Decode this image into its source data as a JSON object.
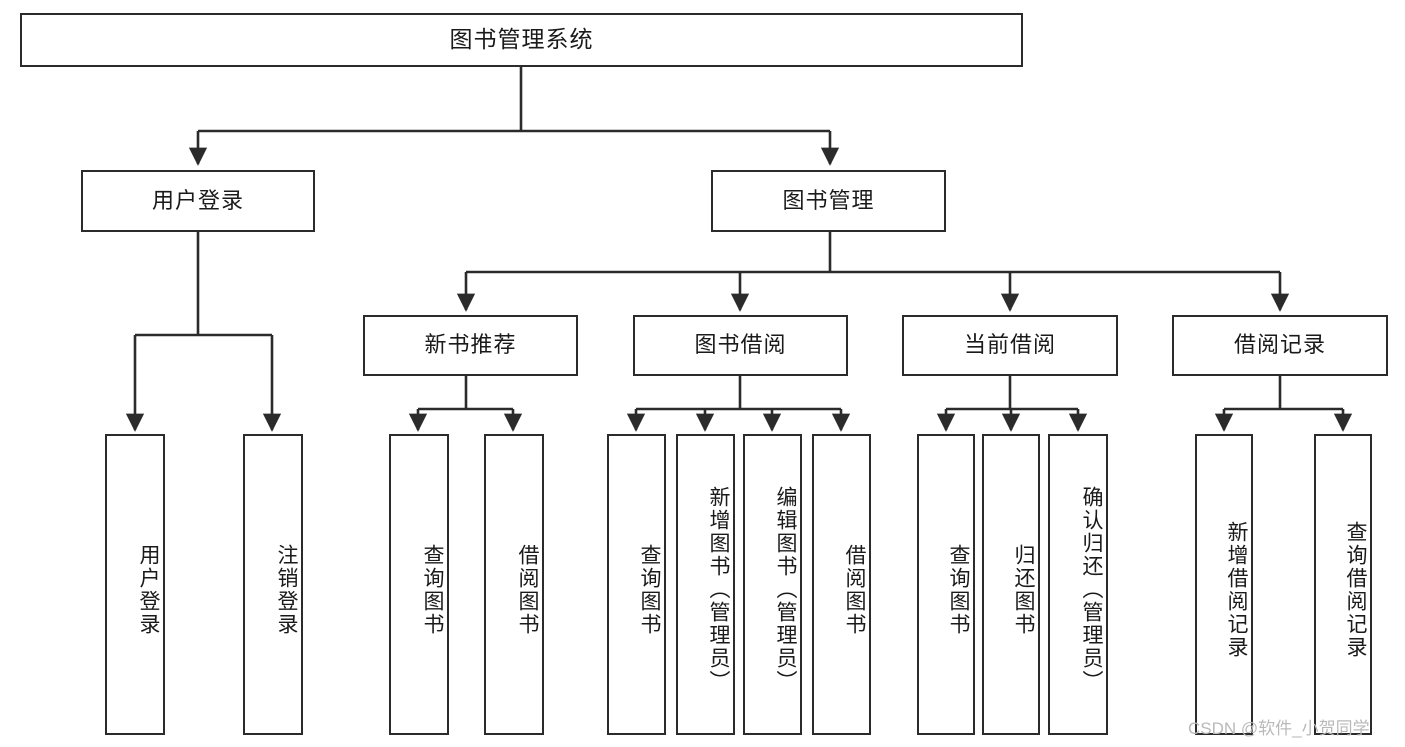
{
  "diagram": {
    "type": "tree-hierarchy-diagram",
    "title": "图书管理系统",
    "background_color": "#ffffff",
    "line_color": "#2b2b2b",
    "text_color": "#1a1a1a",
    "nodes": {
      "root": {
        "label": "图书管理系统",
        "level": 0,
        "orientation": "horizontal"
      },
      "l1": [
        {
          "id": "user-login",
          "label": "用户登录",
          "level": 1,
          "orientation": "horizontal"
        },
        {
          "id": "book-manage",
          "label": "图书管理",
          "level": 1,
          "orientation": "horizontal"
        }
      ],
      "l2": [
        {
          "id": "new-book-rec",
          "label": "新书推荐",
          "level": 2,
          "orientation": "horizontal"
        },
        {
          "id": "book-borrow",
          "label": "图书借阅",
          "level": 2,
          "orientation": "horizontal"
        },
        {
          "id": "current-borrow",
          "label": "当前借阅",
          "level": 2,
          "orientation": "horizontal"
        },
        {
          "id": "borrow-record",
          "label": "借阅记录",
          "level": 2,
          "orientation": "horizontal"
        }
      ],
      "leaves": [
        {
          "id": "leaf-user-login",
          "label": "用户登录",
          "parent": "user-login",
          "orientation": "vertical"
        },
        {
          "id": "leaf-user-logout",
          "label": "注销登录",
          "parent": "user-login",
          "orientation": "vertical"
        },
        {
          "id": "leaf-query-book-1",
          "label": "查询图书",
          "parent": "new-book-rec",
          "orientation": "vertical"
        },
        {
          "id": "leaf-borrow-book-1",
          "label": "借阅图书",
          "parent": "new-book-rec",
          "orientation": "vertical"
        },
        {
          "id": "leaf-query-book-2",
          "label": "查询图书",
          "parent": "book-borrow",
          "orientation": "vertical"
        },
        {
          "id": "leaf-add-book",
          "label": "新增图书（管理员）",
          "parent": "book-borrow",
          "orientation": "vertical"
        },
        {
          "id": "leaf-edit-book",
          "label": "编辑图书（管理员）",
          "parent": "book-borrow",
          "orientation": "vertical"
        },
        {
          "id": "leaf-borrow-book-2",
          "label": "借阅图书",
          "parent": "book-borrow",
          "orientation": "vertical"
        },
        {
          "id": "leaf-query-book-3",
          "label": "查询图书",
          "parent": "current-borrow",
          "orientation": "vertical"
        },
        {
          "id": "leaf-return-book",
          "label": "归还图书",
          "parent": "current-borrow",
          "orientation": "vertical"
        },
        {
          "id": "leaf-confirm-return",
          "label": "确认归还（管理员）",
          "parent": "current-borrow",
          "orientation": "vertical"
        },
        {
          "id": "leaf-add-record",
          "label": "新增借阅记录",
          "parent": "borrow-record",
          "orientation": "vertical"
        },
        {
          "id": "leaf-query-record",
          "label": "查询借阅记录",
          "parent": "borrow-record",
          "orientation": "vertical"
        }
      ]
    },
    "watermark": "CSDN @软件_小贺同学"
  }
}
